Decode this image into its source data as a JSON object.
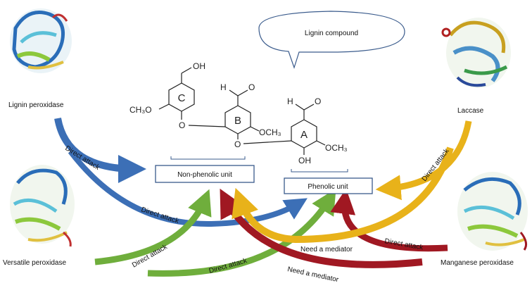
{
  "callout": {
    "text": "Lignin compound"
  },
  "enzymes": {
    "lignin_peroxidase": "Lignin peroxidase",
    "laccase": "Laccase",
    "versatile_peroxidase": "Versatile peroxidase",
    "manganese_peroxidase": "Manganese peroxidase"
  },
  "units": {
    "non_phenolic": "Non-phenolic unit",
    "phenolic": "Phenolic unit"
  },
  "structure": {
    "ring_c": "C",
    "ring_b": "B",
    "ring_a": "A",
    "oh_top": "OH",
    "ch3o": "CH₃O",
    "och3_b": "OCH₃",
    "och3_a": "OCH₃",
    "h_b": "H",
    "o_b": "O",
    "h_a": "H",
    "o_a": "O",
    "oh_a": "OH",
    "o_link_cb": "O",
    "o_link_ba": "O"
  },
  "arrow_labels": {
    "direct_attack": "Direct attack",
    "need_mediator": "Need a mediator"
  },
  "colors": {
    "blue_arrow": "#3c6fb6",
    "green_arrow": "#6fae3c",
    "red_arrow": "#a01822",
    "yellow_arrow": "#e8b21a",
    "box_border": "#3a5b8c"
  }
}
